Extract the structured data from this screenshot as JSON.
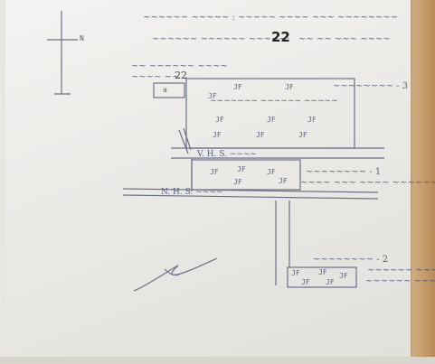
{
  "header": {
    "line1": "~~~~~~ ~~~~~ : ~~~~~ ~~~~ ~~~ ~~~~~~~~",
    "line2_prefix": "~~~~~~ ~~~~~~ ~~~~~:",
    "plot_number": "22",
    "line2_suffix": "~~ ~~ ~~~ ~~~~"
  },
  "left_note": {
    "line1": "~~ ~~~~~~ ~~~~",
    "line2_prefix": "~~~~ ~~",
    "plot_number": "22"
  },
  "roads": {
    "upper": "V. H. S. ~~~~",
    "lower": "N. H. S. ~~~~"
  },
  "labels": {
    "top_right": "~~~~~~~~ - 3",
    "inner_title": "~~~~~~~ ~~~~~~ ~~~~~",
    "middle_right_1": "~~~~~~~~ - 1",
    "middle_right_2": "~~~~ ~~~ ~~~~ ~~~~~~",
    "bottom_right_1": "~~~~~~~~ - 2",
    "bottom_right_2": "~~~~~~ ~~~~~",
    "bottom_right_3": "~~~~~~ ~~~~~"
  },
  "marks": {
    "north": "N",
    "small_box": "a",
    "symbol": "JF"
  },
  "colors": {
    "ink": "#3f4a6a",
    "paper": "#efede9",
    "wood": "#c8a070"
  }
}
